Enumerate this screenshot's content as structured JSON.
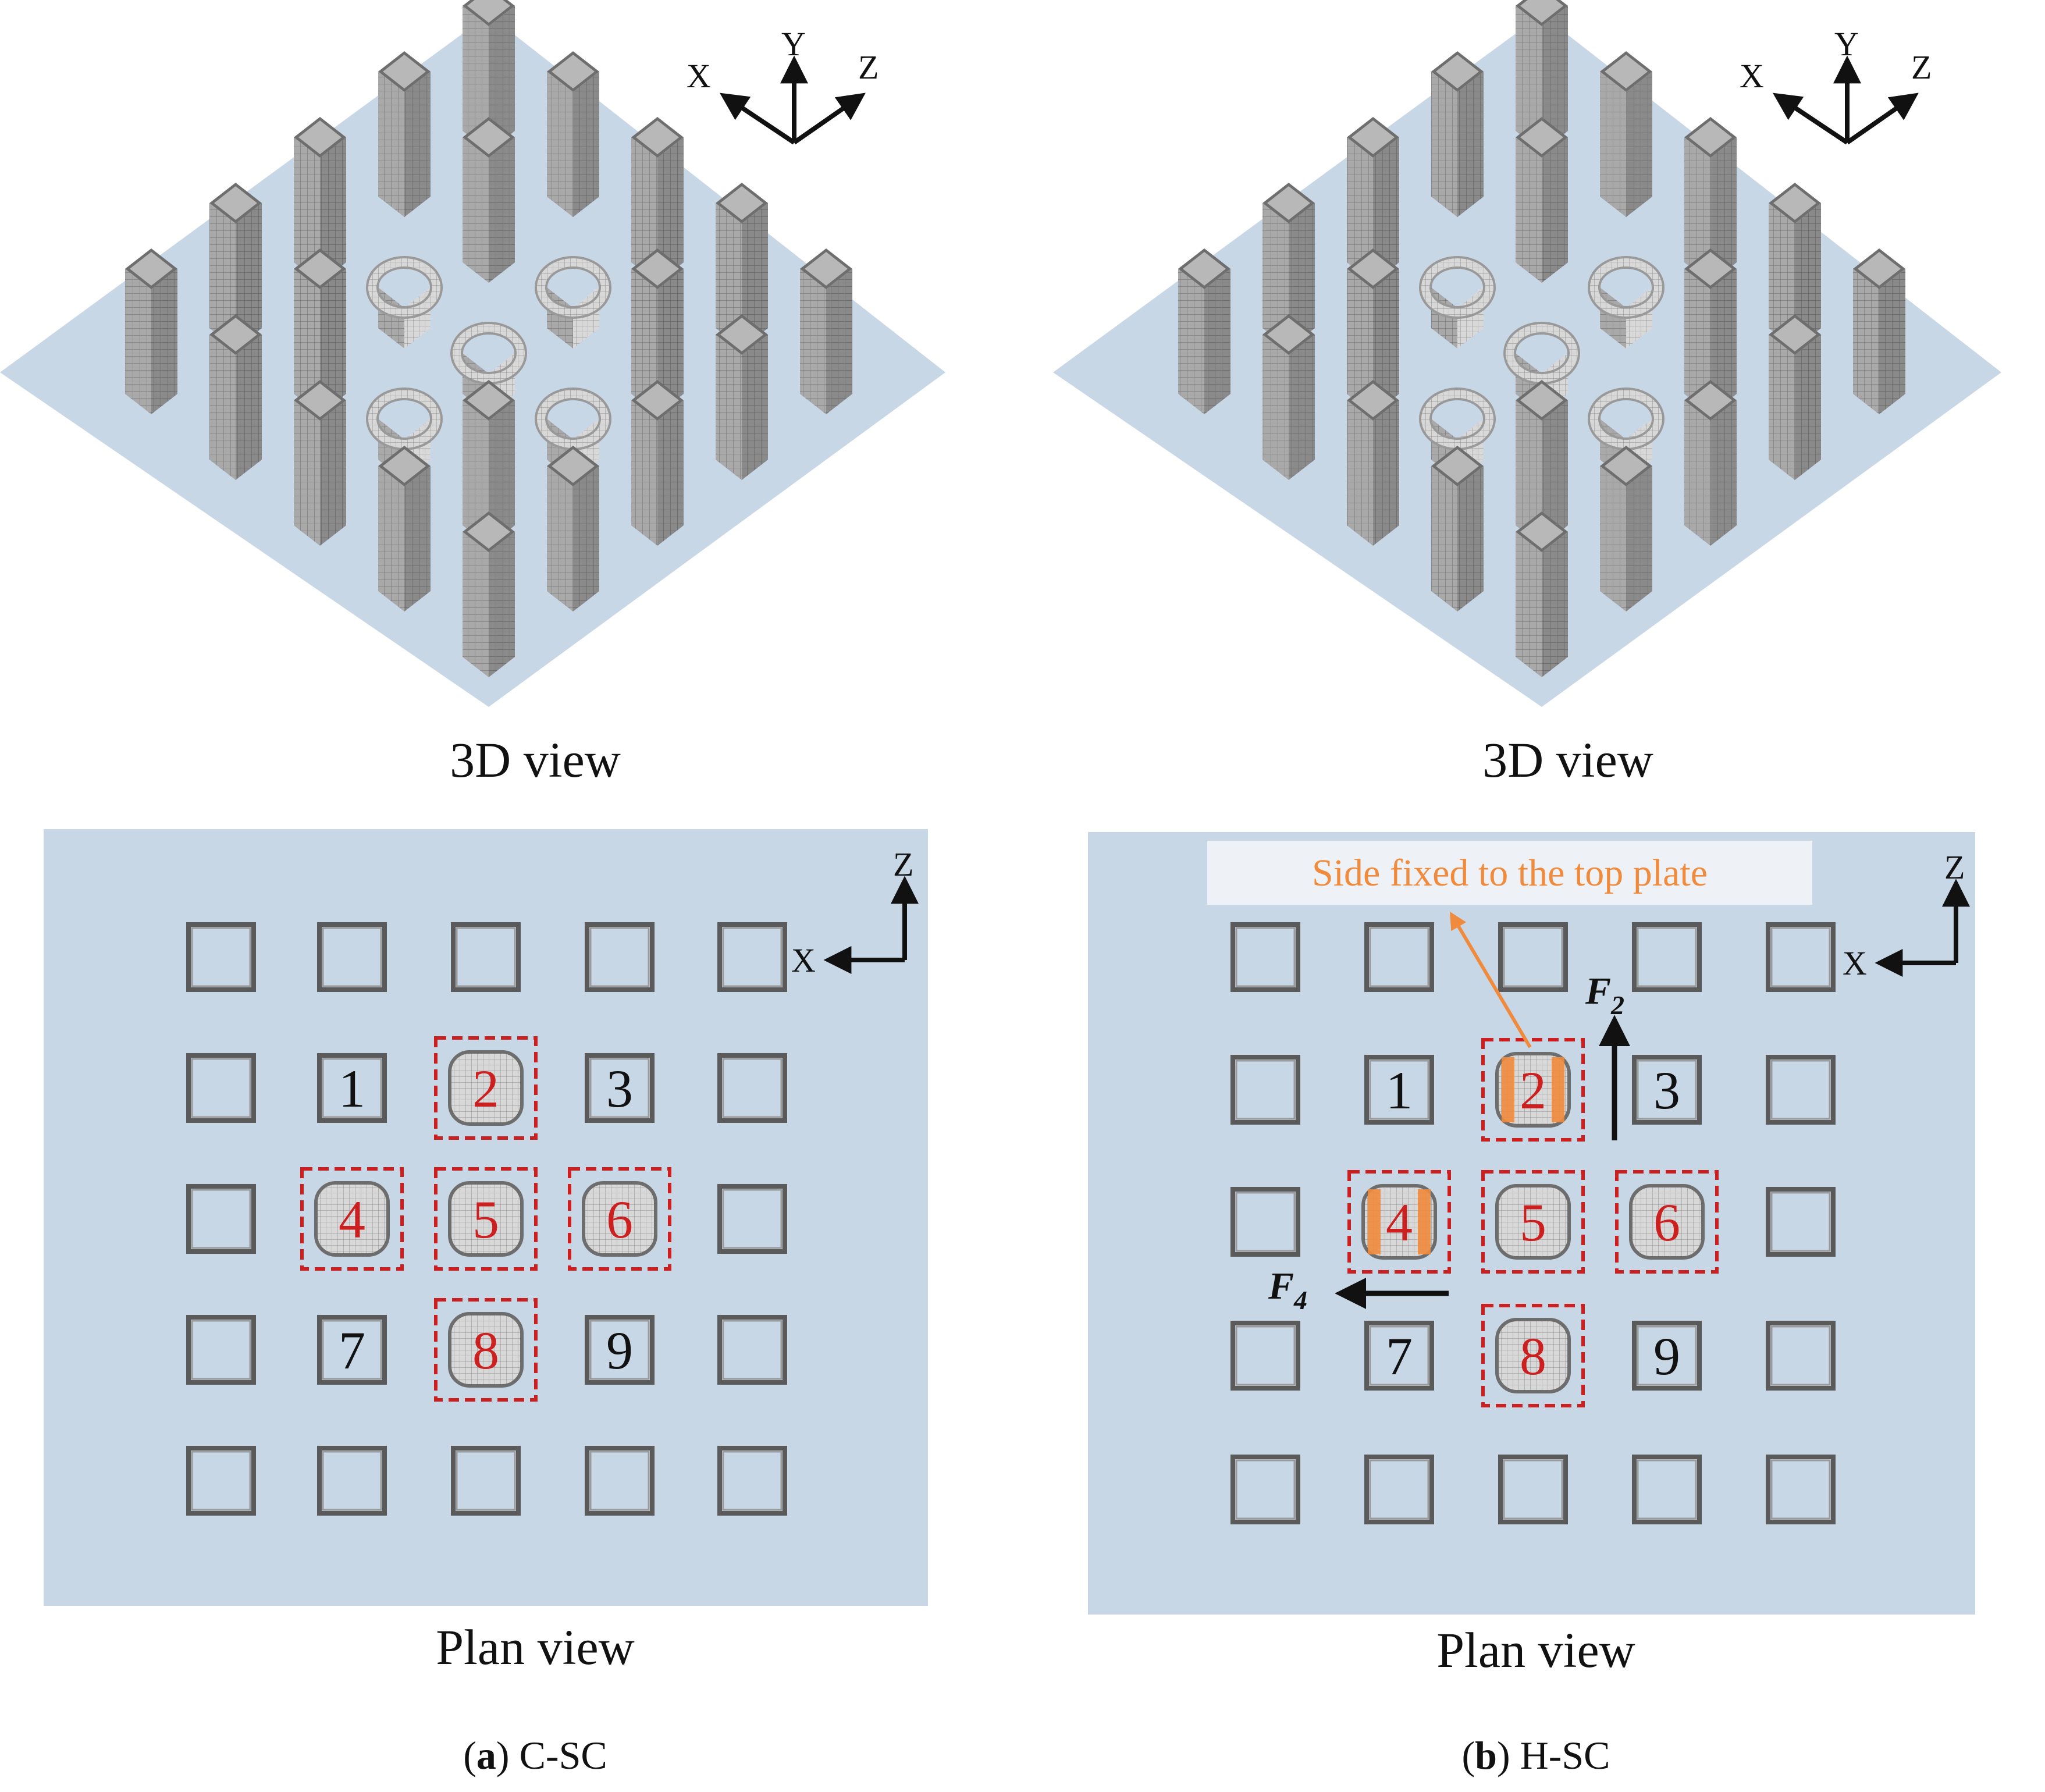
{
  "panels": [
    {
      "id": "a",
      "view3d_caption": "3D view",
      "plan_caption": "Plan view",
      "caption_letter": "a",
      "caption_text": "C-SC",
      "axes3d": [
        "X",
        "Y",
        "Z"
      ],
      "axes_plan": [
        "Z",
        "X"
      ],
      "numbers": [
        "1",
        "2",
        "3",
        "4",
        "5",
        "6",
        "7",
        "8",
        "9"
      ],
      "highlighted": [
        "2",
        "4",
        "5",
        "6",
        "8"
      ]
    },
    {
      "id": "b",
      "view3d_caption": "3D view",
      "plan_caption": "Plan view",
      "caption_letter": "b",
      "caption_text": "H-SC",
      "axes3d": [
        "X",
        "Y",
        "Z"
      ],
      "axes_plan": [
        "Z",
        "X"
      ],
      "numbers": [
        "1",
        "2",
        "3",
        "4",
        "5",
        "6",
        "7",
        "8",
        "9"
      ],
      "highlighted": [
        "2",
        "4",
        "5",
        "6",
        "8"
      ],
      "callout": "Side fixed to the top plate",
      "forces": [
        {
          "symbol": "F",
          "subscript": "2"
        },
        {
          "symbol": "F",
          "subscript": "4"
        }
      ]
    }
  ],
  "colors": {
    "plate": "#c8d7e6",
    "column": "#9c9c9c",
    "highlight": "#cc1f1f",
    "callout": "#f08a3c"
  }
}
